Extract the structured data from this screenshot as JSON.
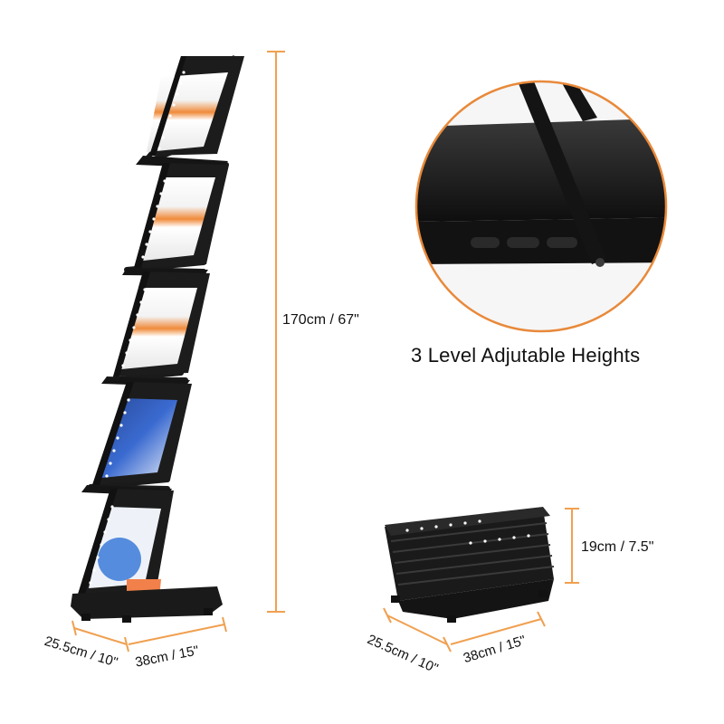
{
  "product": {
    "feature_caption": "3 Level Adjutable Heights",
    "dimensions": {
      "height": "170cm / 67\"",
      "depth": "25.5cm / 10\"",
      "width": "38cm / 15\"",
      "folded_height": "19cm / 7.5\"",
      "folded_depth": "25.5cm / 10\"",
      "folded_width": "38cm / 15\""
    },
    "colors": {
      "rack": "#1a1a1a",
      "dimension_line": "#f0a050",
      "detail_circle_border": "#e8893a"
    }
  }
}
